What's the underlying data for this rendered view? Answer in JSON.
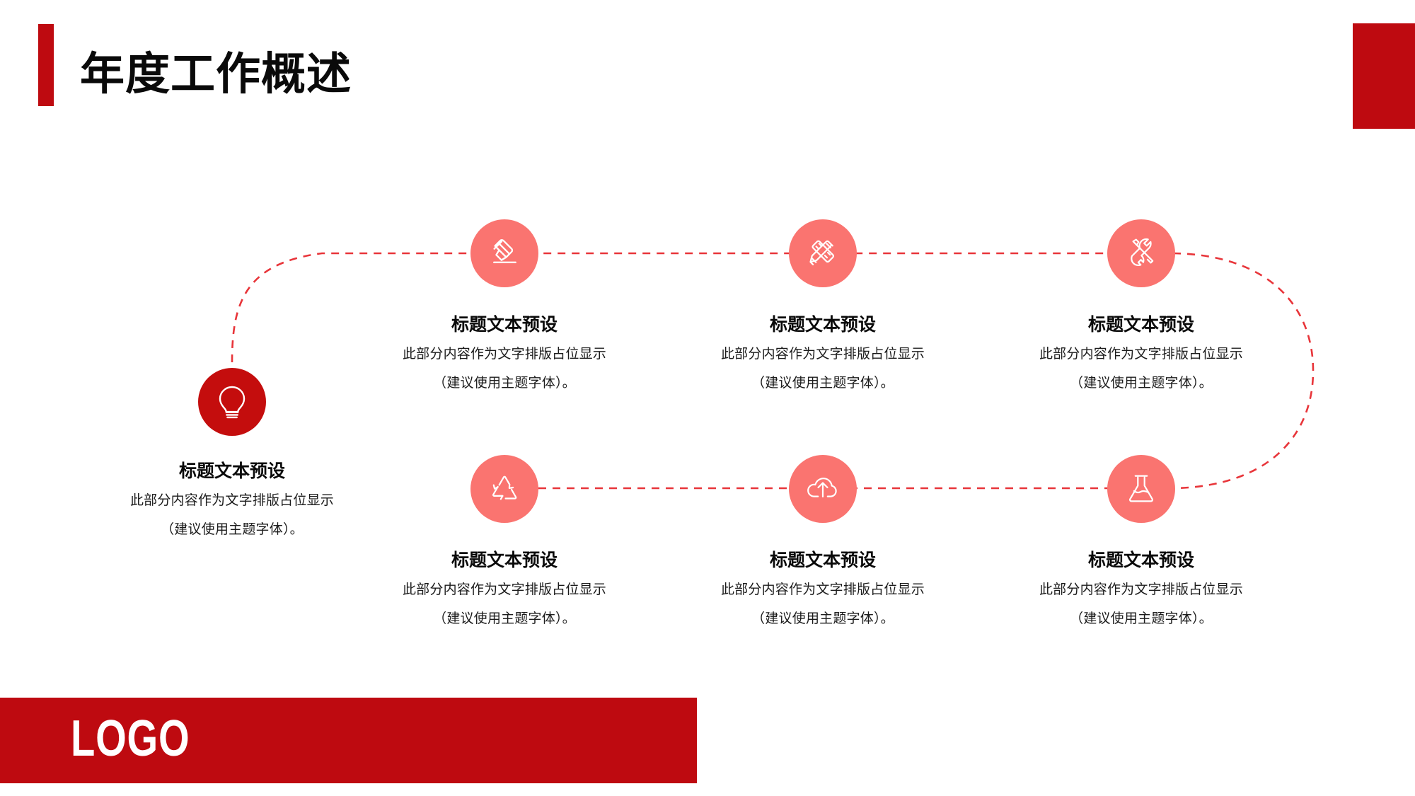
{
  "slide": {
    "title": "年度工作概述",
    "accent_color": "#BE0A10",
    "node_color": "#FA7470",
    "lead_node_color": "#C40D0D",
    "connector_color": "#E8353A",
    "background": "#FFFFFF"
  },
  "footer": {
    "logo_label": "LOGO"
  },
  "nodes": [
    {
      "icon": "lightbulb-icon",
      "title": "标题文本预设",
      "body_line1": "此部分内容作为文字排版占位显示",
      "body_line2": "（建议使用主题字体）。"
    },
    {
      "icon": "pencil-edit-icon",
      "title": "标题文本预设",
      "body_line1": "此部分内容作为文字排版占位显示",
      "body_line2": "（建议使用主题字体）。"
    },
    {
      "icon": "pencil-ruler-icon",
      "title": "标题文本预设",
      "body_line1": "此部分内容作为文字排版占位显示",
      "body_line2": "（建议使用主题字体）。"
    },
    {
      "icon": "wrench-screwdriver-icon",
      "title": "标题文本预设",
      "body_line1": "此部分内容作为文字排版占位显示",
      "body_line2": "（建议使用主题字体）。"
    },
    {
      "icon": "recycle-icon",
      "title": "标题文本预设",
      "body_line1": "此部分内容作为文字排版占位显示",
      "body_line2": "（建议使用主题字体）。"
    },
    {
      "icon": "cloud-upload-icon",
      "title": "标题文本预设",
      "body_line1": "此部分内容作为文字排版占位显示",
      "body_line2": "（建议使用主题字体）。"
    },
    {
      "icon": "flask-icon",
      "title": "标题文本预设",
      "body_line1": "此部分内容作为文字排版占位显示",
      "body_line2": "（建议使用主题字体）。"
    }
  ]
}
